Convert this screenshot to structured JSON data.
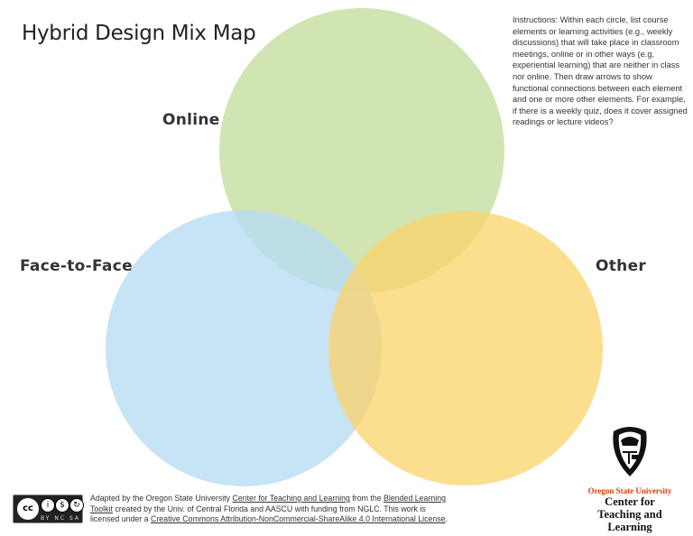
{
  "title": "Hybrid Design Mix Map",
  "circles": {
    "online": {
      "label": "Online",
      "color": "#c9e0a6"
    },
    "face_to_face": {
      "label": "Face-to-Face",
      "color": "#b9dcf4"
    },
    "other": {
      "label": "Other",
      "color": "#fbd36a"
    }
  },
  "instructions": "Instructions: Within each circle, list course elements or learning activities (e.g., weekly discussions) that will take place in classroom meetings, online or in other ways (e.g, experiential learning) that are neither in class nor online. Then draw arrows to show functional connections between each element and one or more other elements. For example, if there is a weekly quiz, does it cover assigned readings or lecture videos?",
  "footer": {
    "license_badge": {
      "cc": "cc",
      "terms": "BY NC SA"
    },
    "text_1": "Adapted by the Oregon State University ",
    "link_1": "Center for Teaching and Learning",
    "text_2": " from the ",
    "link_2": "Blended Learning Toolkit",
    "text_3": " created by the Univ. of Central Florida and AASCU with funding from NGLC. This work is licensed under a ",
    "link_3": "Creative Commons Attribution-NonCommercial-ShareAlike 4.0 International License",
    "text_4": "."
  },
  "logo": {
    "university": "Oregon State University",
    "center": "Center for Teaching and Learning",
    "accent": "#d73f09"
  }
}
